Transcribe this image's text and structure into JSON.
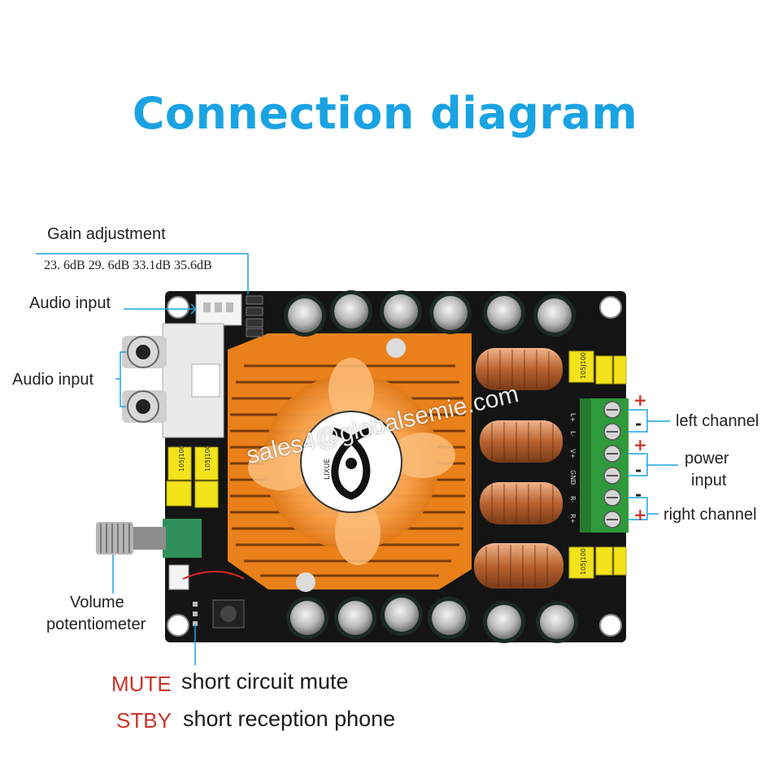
{
  "title": "Connection diagram",
  "labels": {
    "gain_adjustment": "Gain adjustment",
    "gain_values": "23. 6dB 29. 6dB 33.1dB 35.6dB",
    "audio_input_header": "Audio input",
    "audio_input_rca": "Audio input",
    "volume_line1": "Volume",
    "volume_line2": "potentiometer",
    "left_channel": "left channel",
    "power_line1": "power",
    "power_line2": "input",
    "right_channel": "right channel"
  },
  "terminal_signs": [
    "+",
    "-",
    "+",
    "-",
    "-",
    "+"
  ],
  "legend": [
    {
      "key": "MUTE",
      "text": "short circuit mute"
    },
    {
      "key": "STBY",
      "text": "short reception phone"
    }
  ],
  "watermark": "sales4@globalsemie.com",
  "board": {
    "fan_logo_text": "LIXUE",
    "terminal_labels": [
      "L+",
      "L-",
      "V+",
      "GND",
      "R-",
      "R+"
    ],
    "capacitor_labels": [
      "105J100",
      "105J100",
      "105J100",
      "105J100"
    ],
    "inductor_count": 4,
    "upper_capacitor_count": 6,
    "lower_capacitor_count": 6
  },
  "colors": {
    "title": "#1aa3e3",
    "leader_lines": "#1aa3e3",
    "legend_key": "#c8342a",
    "heatsink": "#f08a1e",
    "pcb": "#141414",
    "terminal_block": "#2f9a3c"
  }
}
